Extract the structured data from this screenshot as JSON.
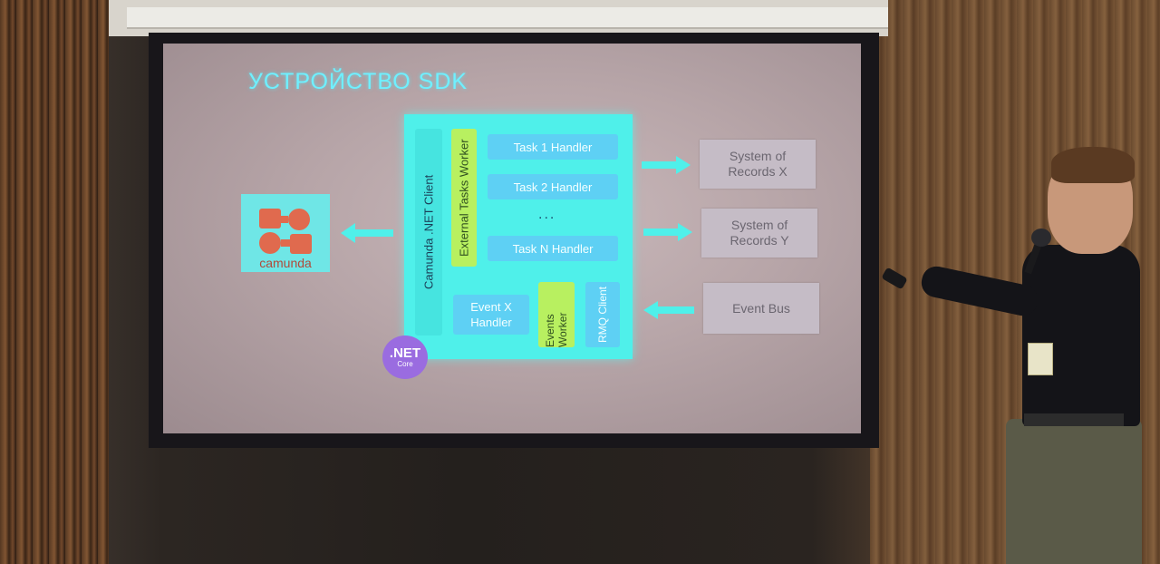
{
  "slide": {
    "title": "УСТРОЙСТВО SDK",
    "net_client_label": "Camunda .NET Client",
    "external_worker_label": "External Tasks Worker",
    "task_handlers": [
      "Task 1 Handler",
      "Task 2 Handler",
      "Task N Handler"
    ],
    "ellipsis": "...",
    "event_handler_line1": "Event X",
    "event_handler_line2": "Handler",
    "events_worker_label": "Events Worker",
    "rmq_client_label": "RMQ Client",
    "net_core_title": ".NET",
    "net_core_subtitle": "Core",
    "camunda_logo_text": "camunda",
    "targets": {
      "sys_x_line1": "System of",
      "sys_x_line2": "Records X",
      "sys_y_line1": "System of",
      "sys_y_line2": "Records Y",
      "event_bus": "Event Bus"
    }
  },
  "colors": {
    "title": "#6ff0ff",
    "main_block": "#4ff0ea",
    "handler": "#5ed0f4",
    "worker": "#b8f060",
    "net_core": "#9a6ce0",
    "arrow": "#4ff0ea",
    "camunda_logo": "#e06a4e"
  },
  "icons": {
    "camunda": "camunda-logo-icon",
    "arrow": "arrow-icon"
  }
}
